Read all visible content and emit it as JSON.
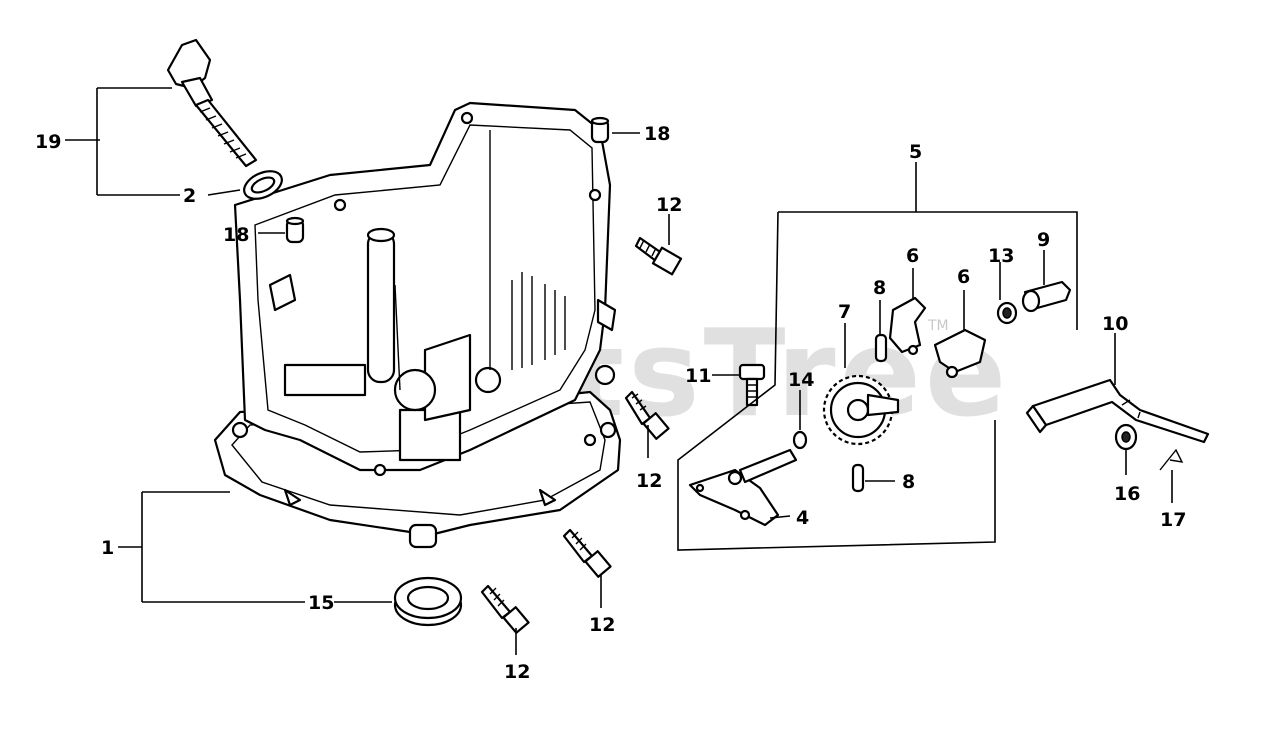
{
  "watermark": {
    "text": "PartsTree",
    "tm": "TM"
  },
  "callouts": {
    "c1": "1",
    "c2": "2",
    "c4": "4",
    "c5": "5",
    "c6a": "6",
    "c6b": "6",
    "c7": "7",
    "c8a": "8",
    "c8b": "8",
    "c9": "9",
    "c10": "10",
    "c11": "11",
    "c12a": "12",
    "c12b": "12",
    "c12c": "12",
    "c12d": "12",
    "c13": "13",
    "c14": "14",
    "c15": "15",
    "c16": "16",
    "c17": "17",
    "c18a": "18",
    "c18b": "18",
    "c19": "19"
  }
}
